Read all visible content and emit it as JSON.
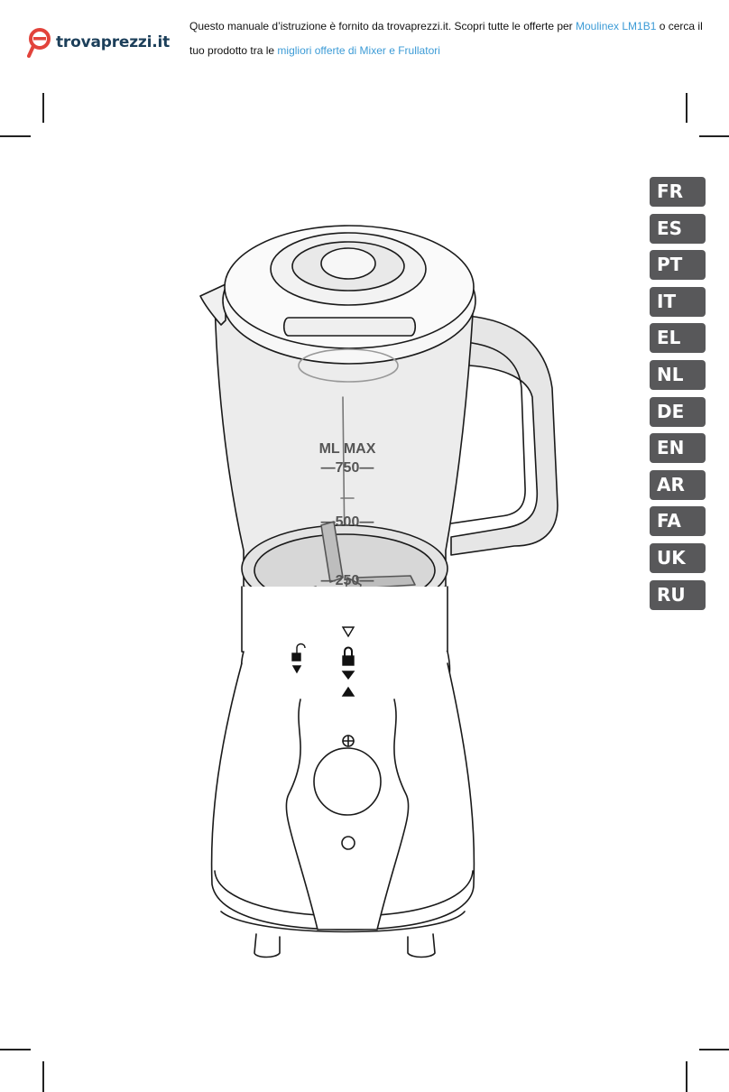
{
  "header": {
    "brand": "trovaprezzi.it",
    "notice_pre": "Questo manuale d’istruzione è fornito da trovaprezzi.it. Scopri tutte le offerte per ",
    "notice_link1": "Moulinex LM1B1",
    "notice_mid": " o cerca il tuo prodotto tra le ",
    "notice_link2": "migliori offerte di Mixer e Frullatori"
  },
  "languages": [
    "FR",
    "ES",
    "PT",
    "IT",
    "EL",
    "NL",
    "DE",
    "EN",
    "AR",
    "FA",
    "UK",
    "RU"
  ],
  "jar_markings": {
    "max": "ML MAX",
    "m750": "—750—",
    "m500": "—500—",
    "m250": "—250—"
  },
  "colors": {
    "brand_text": "#1c3f5a",
    "brand_icon": "#e2433b",
    "link": "#3c9bd6",
    "language_tab": "#58585a",
    "jar_fill": "#ececec",
    "line_art": "#1a1a1a"
  }
}
